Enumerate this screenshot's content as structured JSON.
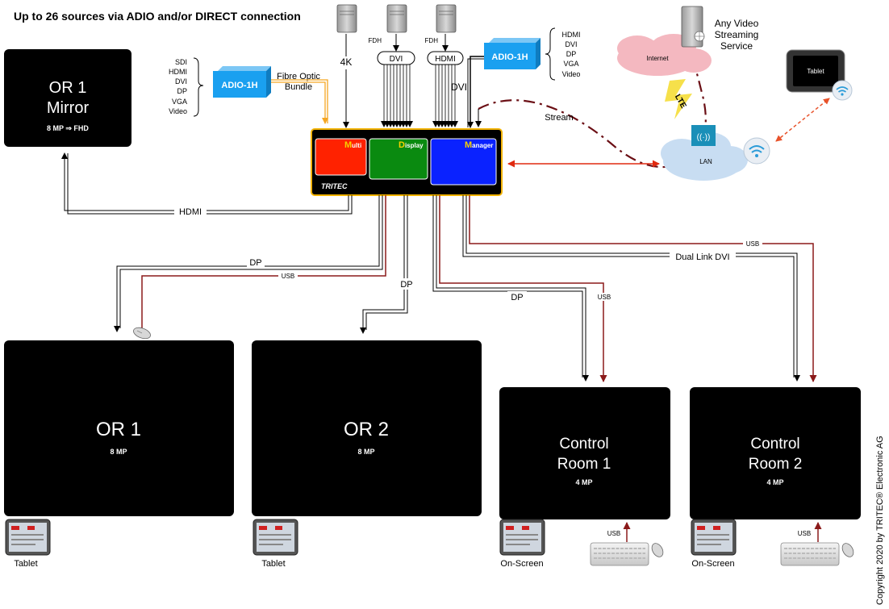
{
  "header": {
    "title": "Up to 26 sources via ADIO and/or DIRECT connection"
  },
  "displays": {
    "or1_mirror": {
      "title_line1": "OR 1",
      "title_line2": "Mirror",
      "spec": "8 MP ⇒ FHD"
    },
    "or1": {
      "title": "OR 1",
      "spec": "8 MP"
    },
    "or2": {
      "title": "OR 2",
      "spec": "8 MP"
    },
    "control_room_1": {
      "title_line1": "Control",
      "title_line2": "Room 1",
      "spec": "4 MP"
    },
    "control_room_2": {
      "title_line1": "Control",
      "title_line2": "Room 2",
      "spec": "4 MP"
    }
  },
  "sources_left": {
    "formats": [
      "SDI",
      "HDMI",
      "DVI",
      "DP",
      "VGA",
      "Video"
    ],
    "adio_label": "ADIO-1H",
    "fibre_label_1": "Fibre Optic",
    "fibre_label_2": "Bundle"
  },
  "sources_right": {
    "formats": [
      "HDMI",
      "DVI",
      "DP",
      "VGA",
      "Video"
    ],
    "adio_label": "ADIO-1H"
  },
  "source_top": {
    "label_4k": "4K",
    "fdh_1": "FDH",
    "fdh_2": "FDH",
    "dvi_pill": "DVI",
    "hdmi_pill": "HDMI",
    "dvi_label": "DVI"
  },
  "central_unit": {
    "panel_multi_first": "M",
    "panel_multi_rest": "ulti",
    "panel_display_first": "D",
    "panel_display_rest": "isplay",
    "panel_manager_first": "M",
    "panel_manager_rest": "anager",
    "brand": "TRITEC",
    "colors": {
      "multi": "#ff2200",
      "display": "#0a8a10",
      "manager": "#0a22ff",
      "frame": "#f2b200",
      "letter": "#f6d000"
    }
  },
  "network": {
    "stream_label": "Stream",
    "internet_label": "Internet",
    "lte_label": "LTE",
    "lan_label": "LAN",
    "streaming_service_1": "Any Video",
    "streaming_service_2": "Streaming",
    "streaming_service_3": "Service",
    "tablet_label": "Tablet"
  },
  "connections": {
    "hdmi": "HDMI",
    "dp_or1": "DP",
    "usb_or1": "USB",
    "dp_or2": "DP",
    "dp_cr1": "DP",
    "usb_cr1": "USB",
    "usb_cr2": "USB",
    "dual_link_dvi": "Dual Link DVI",
    "usb_kb1": "USB",
    "usb_kb2": "USB"
  },
  "controls": {
    "tablet_1": "Tablet",
    "tablet_2": "Tablet",
    "on_screen_1": "On-Screen",
    "on_screen_2": "On-Screen"
  },
  "copyright": "Copyright 2020 by TRITEC® Electronic AG",
  "colors": {
    "usb_line": "#8b1a1a",
    "fibre": "#f5a623",
    "adio": "#1aa0f0",
    "cloud": "#c8ddf2",
    "internet_cloud": "#f4b8c0",
    "lte": "#f6e04a"
  }
}
